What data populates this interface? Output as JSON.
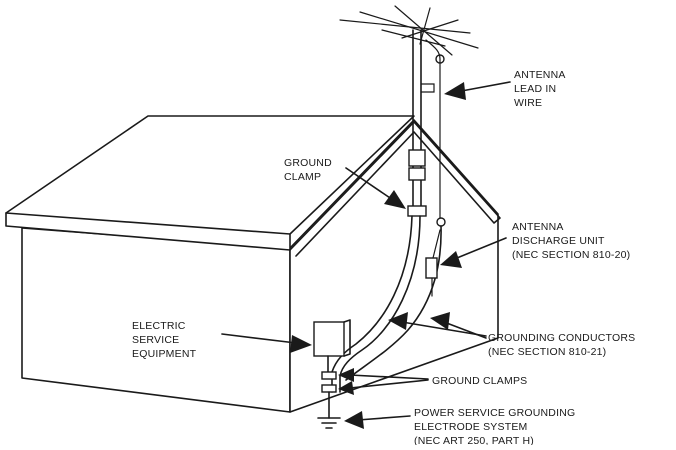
{
  "labels": {
    "antenna_lead": [
      "ANTENNA",
      "LEAD IN",
      "WIRE"
    ],
    "ground_clamp": [
      "GROUND",
      "CLAMP"
    ],
    "discharge_unit": [
      "ANTENNA",
      "DISCHARGE UNIT",
      "(NEC SECTION 810-20)"
    ],
    "electric_service": [
      "ELECTRIC",
      "SERVICE",
      "EQUIPMENT"
    ],
    "grounding_conductors": [
      "GROUNDING CONDUCTORS",
      "(NEC SECTION 810-21)"
    ],
    "ground_clamps": "GROUND CLAMPS",
    "power_grounding": [
      "POWER SERVICE GROUNDING",
      "ELECTRODE SYSTEM",
      "(NEC ART 250, PART H)"
    ]
  },
  "colors": {
    "ink": "#1a1a1a",
    "paper": "#ffffff"
  }
}
